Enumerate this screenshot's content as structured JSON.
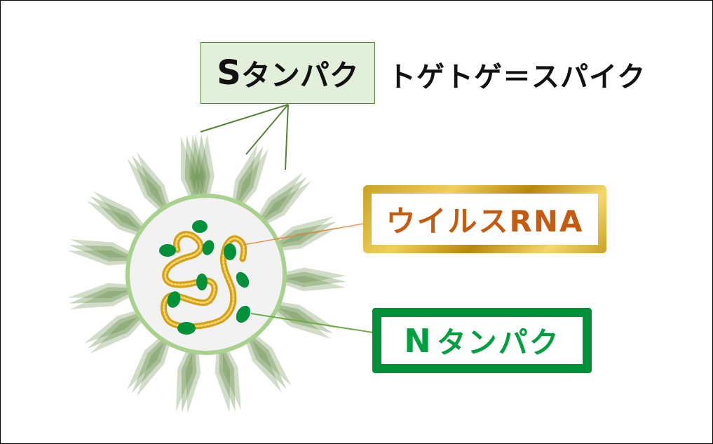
{
  "s_protein": {
    "letter": "S",
    "rest": "タンパク"
  },
  "spike_label": "トゲトゲ＝スパイク",
  "rna_label": "ウイルスRNA",
  "n_protein": {
    "letter": "N",
    "rest": "タンパク"
  },
  "colors": {
    "spike": "#548235",
    "membrane": "#a9d18e",
    "rna_gold": "#d4a017",
    "n_protein": "#00913a",
    "rna_text": "#c55a11"
  }
}
